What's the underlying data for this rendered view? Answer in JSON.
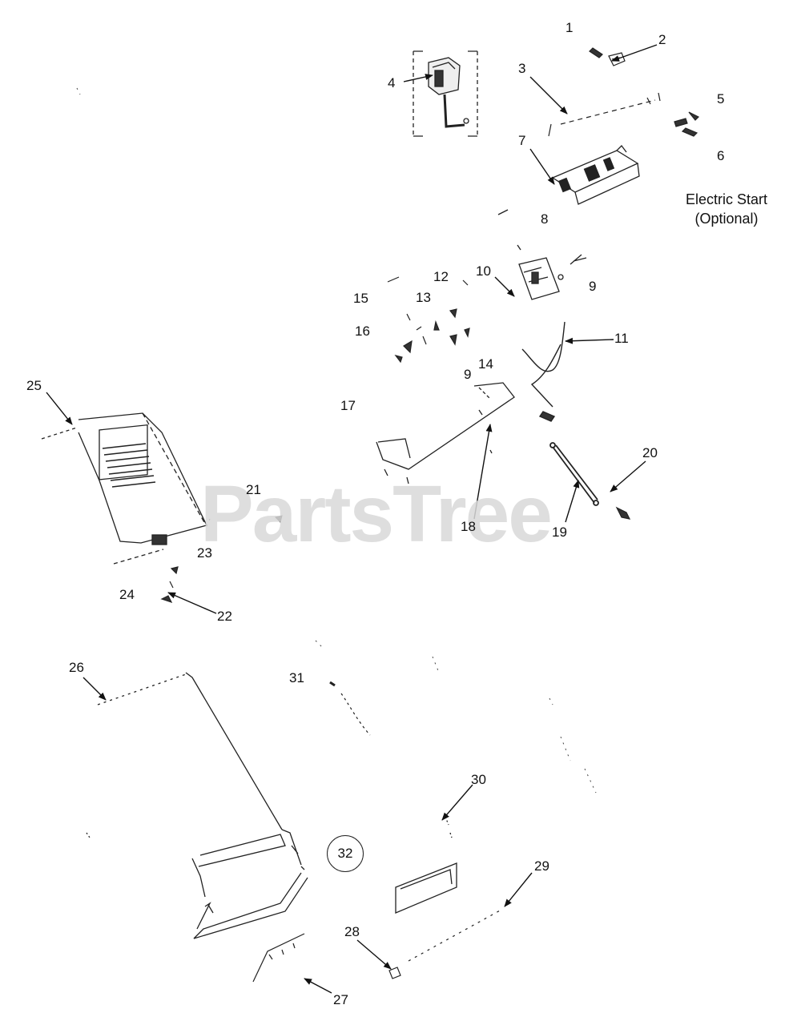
{
  "diagram": {
    "callouts": {
      "c1": "1",
      "c2": "2",
      "c3": "3",
      "c4": "4",
      "c5": "5",
      "c6": "6",
      "c7": "7",
      "c8": "8",
      "c9a": "9",
      "c10": "10",
      "c11": "11",
      "c12": "12",
      "c13": "13",
      "c14": "14",
      "c15": "15",
      "c16": "16",
      "c9b": "9",
      "c17": "17",
      "c18": "18",
      "c19": "19",
      "c20": "20",
      "c21": "21",
      "c22": "22",
      "c23": "23",
      "c24": "24",
      "c25": "25",
      "c26": "26",
      "c27": "27",
      "c28": "28",
      "c29": "29",
      "c30": "30",
      "c31": "31",
      "c32": "32"
    },
    "electric_start_label": {
      "line1": "Electric Start",
      "line2": "(Optional)"
    },
    "watermark": "PartsTree"
  }
}
